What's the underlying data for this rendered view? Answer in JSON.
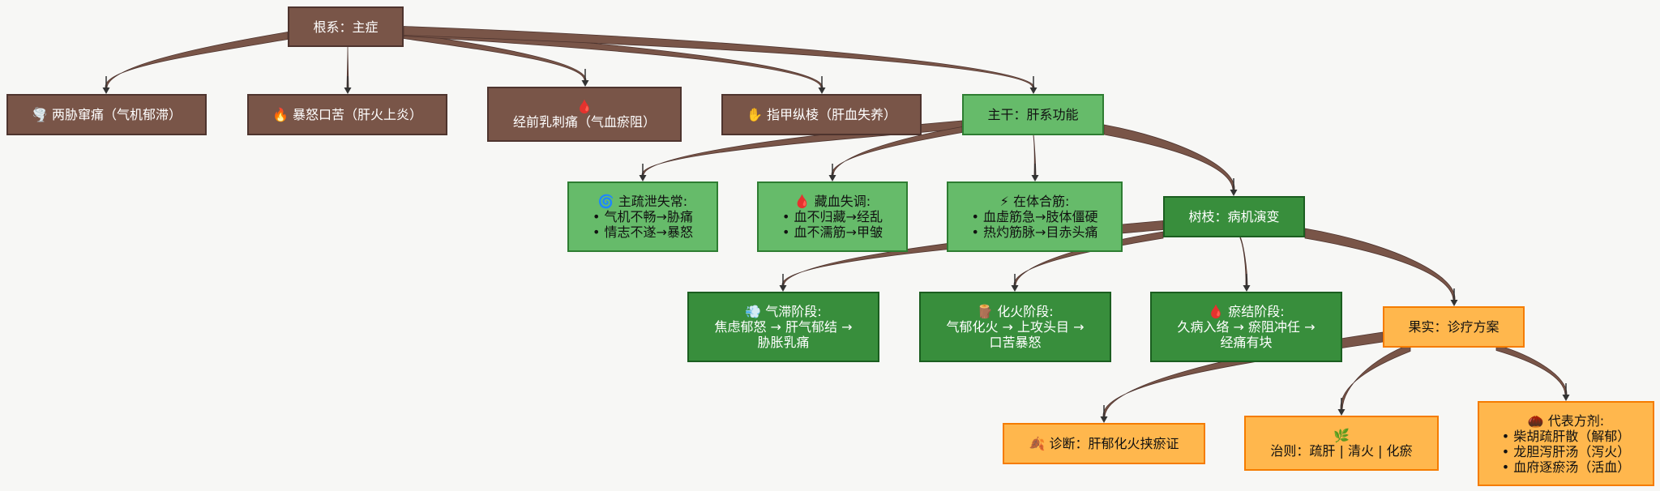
{
  "colors": {
    "brown_fill": "#795548",
    "brown_border": "#4e342e",
    "light_green_fill": "#66bb6a",
    "dark_green_fill": "#388e3c",
    "orange_fill": "#ffb74d",
    "orange_border": "#f57c00",
    "edge": "#795548",
    "arrow": "#333333"
  },
  "nodes": {
    "root": {
      "lines": [
        "根系：主症"
      ]
    },
    "sym1": {
      "lines": [
        "🌪️ 两胁窜痛（气机郁滞）"
      ]
    },
    "sym2": {
      "lines": [
        "🔥 暴怒口苦（肝火上炎）"
      ]
    },
    "sym3": {
      "lines": [
        "🩸",
        "经前乳刺痛（气血瘀阻）"
      ]
    },
    "sym4": {
      "lines": [
        "✋ 指甲纵棱（肝血失养）"
      ]
    },
    "trunk": {
      "lines": [
        "主干：肝系功能"
      ]
    },
    "f1": {
      "lines": [
        "🌀 主疏泄失常:",
        "• 气机不畅→胁痛",
        "• 情志不遂→暴怒"
      ]
    },
    "f2": {
      "lines": [
        "🩸 藏血失调:",
        "• 血不归藏→经乱",
        "• 血不濡筋→甲皱"
      ]
    },
    "f3": {
      "lines": [
        "⚡ 在体合筋:",
        "• 血虚筋急→肢体僵硬",
        "• 热灼筋脉→目赤头痛"
      ]
    },
    "branch": {
      "lines": [
        "树枝：病机演变"
      ]
    },
    "s1": {
      "lines": [
        "💨 气滞阶段:",
        "焦虑郁怒 → 肝气郁结 →",
        "胁胀乳痛"
      ]
    },
    "s2": {
      "lines": [
        "🪵 化火阶段:",
        "气郁化火 → 上攻头目 →",
        "口苦暴怒"
      ]
    },
    "s3": {
      "lines": [
        "🩸 瘀结阶段:",
        "久病入络 → 瘀阻冲任 →",
        "经痛有块"
      ]
    },
    "fruit": {
      "lines": [
        "果实：诊疗方案"
      ]
    },
    "r1": {
      "lines": [
        "🍂 诊断：肝郁化火挟瘀证"
      ]
    },
    "r2": {
      "lines": [
        "🌿",
        "治则：疏肝 | 清火 | 化瘀"
      ]
    },
    "r3": {
      "lines": [
        "🌰 代表方剂:",
        "• 柴胡疏肝散（解郁）",
        "• 龙胆泻肝汤（泻火）",
        "• 血府逐瘀汤（活血）"
      ]
    }
  }
}
